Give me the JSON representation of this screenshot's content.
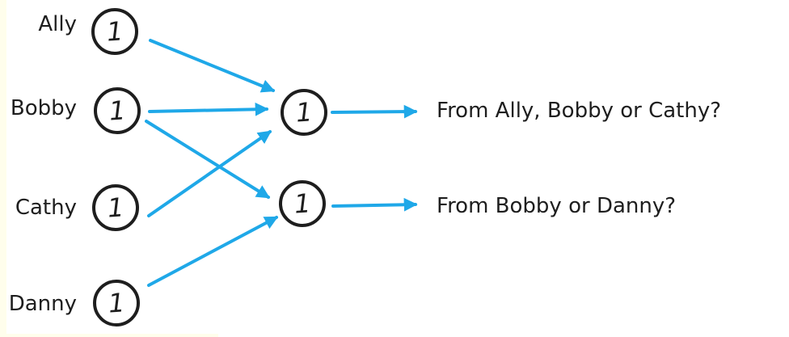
{
  "colors": {
    "ink": "#1e1e1e",
    "arrow": "#1fa8e8",
    "background": "#ffffff",
    "edge_strip": "#fffeec"
  },
  "diagram": {
    "type": "network-graph",
    "input_nodes": [
      {
        "label": "Ally",
        "value": "1"
      },
      {
        "label": "Bobby",
        "value": "1"
      },
      {
        "label": "Cathy",
        "value": "1"
      },
      {
        "label": "Danny",
        "value": "1"
      }
    ],
    "hidden_nodes": [
      {
        "value": "1"
      },
      {
        "value": "1"
      }
    ],
    "annotations": [
      {
        "text": "From Ally, Bobby or Cathy?"
      },
      {
        "text": "From Bobby or Danny?"
      }
    ],
    "edges": [
      {
        "from": "Ally",
        "to": "hidden-1"
      },
      {
        "from": "Bobby",
        "to": "hidden-1"
      },
      {
        "from": "Bobby",
        "to": "hidden-2"
      },
      {
        "from": "Cathy",
        "to": "hidden-1"
      },
      {
        "from": "Danny",
        "to": "hidden-2"
      },
      {
        "from": "hidden-1",
        "to": "annotation-1"
      },
      {
        "from": "hidden-2",
        "to": "annotation-2"
      }
    ]
  }
}
